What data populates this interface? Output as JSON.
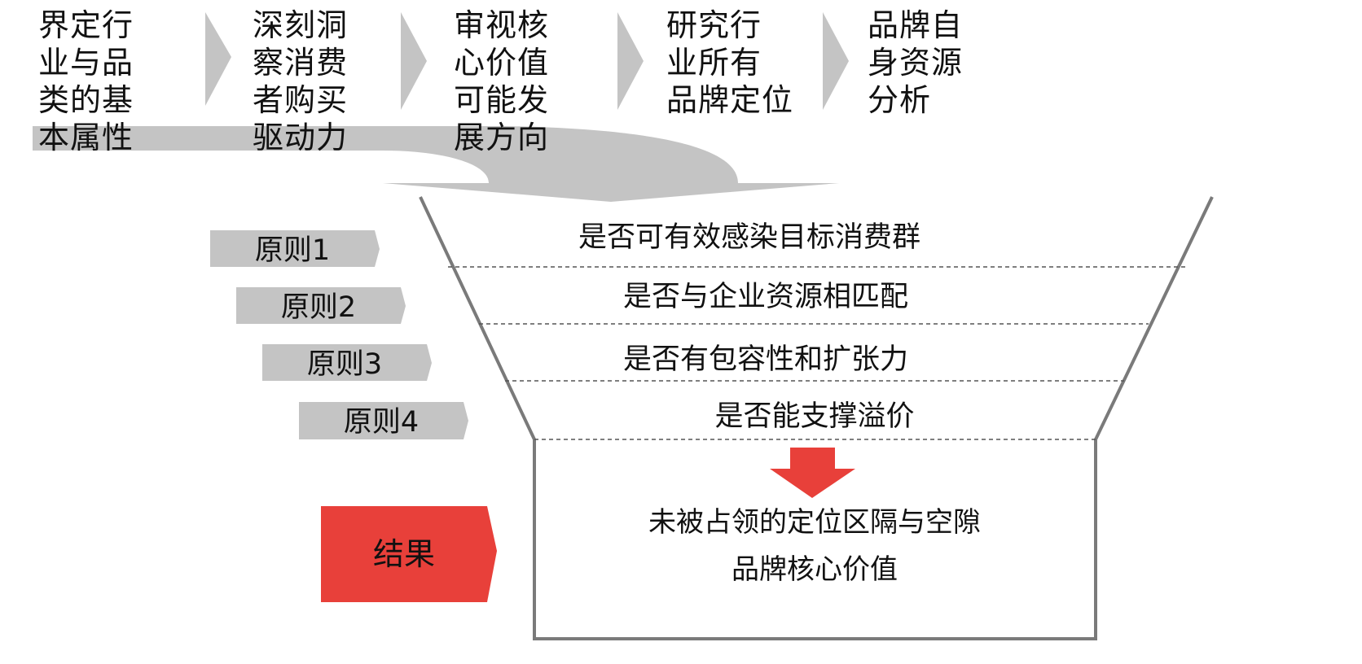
{
  "colors": {
    "accent_red": "#e8403a",
    "gray_shape": "#c4c4c4",
    "outline": "#7a7a7a",
    "text": "#111111"
  },
  "steps": [
    "界定行\n业与品\n类的基\n本属性",
    "深刻洞\n察消费\n者购买\n驱动力",
    "审视核\n心价值\n可能发\n展方向",
    "研究行\n业所有\n品牌定位",
    "品牌自\n身资源\n分析"
  ],
  "principles": [
    "原则1",
    "原则2",
    "原则3",
    "原则4"
  ],
  "criteria": [
    "是否可有效感染目标消费群",
    "是否与企业资源相匹配",
    "是否有包容性和扩张力",
    "是否能支撑溢价"
  ],
  "result": {
    "label": "结果",
    "lines": [
      "未被占领的定位区隔与空隙",
      "品牌核心价值"
    ]
  },
  "icons": {
    "step_chevron": "chevron-right-icon",
    "down_arrow": "arrow-down-icon",
    "curved_arrow": "curved-arrow-icon"
  }
}
